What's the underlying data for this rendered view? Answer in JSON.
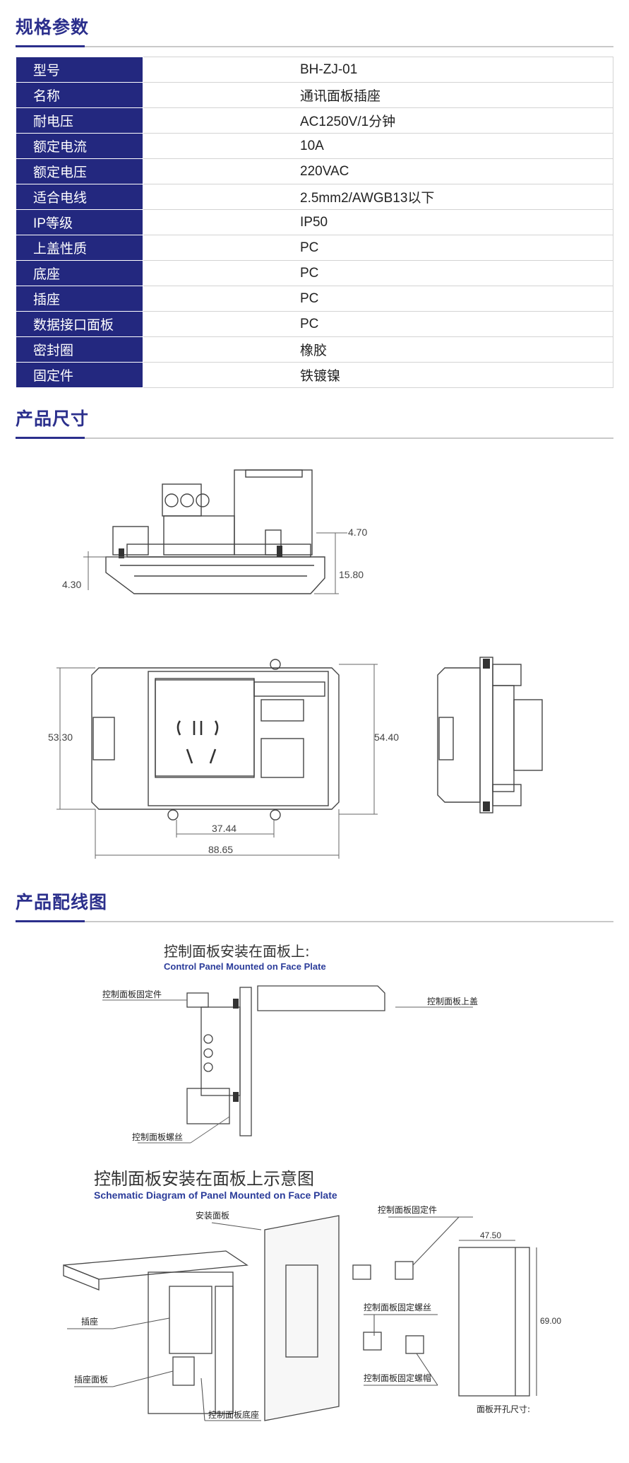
{
  "sections": {
    "spec_title": "规格参数",
    "dim_title": "产品尺寸",
    "wiring_title": "产品配线图"
  },
  "spec_rows": [
    {
      "key": "型号",
      "value": "BH-ZJ-01"
    },
    {
      "key": "名称",
      "value": "通讯面板插座"
    },
    {
      "key": "耐电压",
      "value": "AC1250V/1分钟"
    },
    {
      "key": "额定电流",
      "value": "10A"
    },
    {
      "key": "额定电压",
      "value": "220VAC"
    },
    {
      "key": "适合电线",
      "value": "2.5mm2/AWGB13以下"
    },
    {
      "key": "IP等级",
      "value": "IP50"
    },
    {
      "key": "上盖性质",
      "value": "PC"
    },
    {
      "key": "底座",
      "value": "PC"
    },
    {
      "key": "插座",
      "value": "PC"
    },
    {
      "key": "数据接口面板",
      "value": "PC"
    },
    {
      "key": "密封圈",
      "value": "橡胶"
    },
    {
      "key": "固定件",
      "value": "铁镀镍"
    }
  ],
  "dimensions": {
    "d470": "4.70",
    "d430": "4.30",
    "d1580": "15.80",
    "d5330": "53.30",
    "d5440": "54.40",
    "d3744": "37.44",
    "d8865": "88.65"
  },
  "wiring1": {
    "title_cn": "控制面板安装在面板上:",
    "title_en": "Control Panel Mounted on Face Plate",
    "label_fixing": "控制面板固定件",
    "label_cover": "控制面板上盖",
    "label_screw": "控制面板螺丝"
  },
  "wiring2": {
    "title_cn": "控制面板安装在面板上示意图",
    "title_en": "Schematic Diagram of Panel Mounted on Face Plate",
    "label_install_panel": "安装面板",
    "label_fixing": "控制面板固定件",
    "label_fixing_screw": "控制面板固定螺丝",
    "label_fixing_nut": "控制面板固定螺帽",
    "label_socket": "插座",
    "label_socket_panel": "插座面板",
    "label_base": "控制面板底座",
    "label_cutout": "面板开孔尺寸:",
    "cut_w": "47.50",
    "cut_h": "69.00"
  }
}
